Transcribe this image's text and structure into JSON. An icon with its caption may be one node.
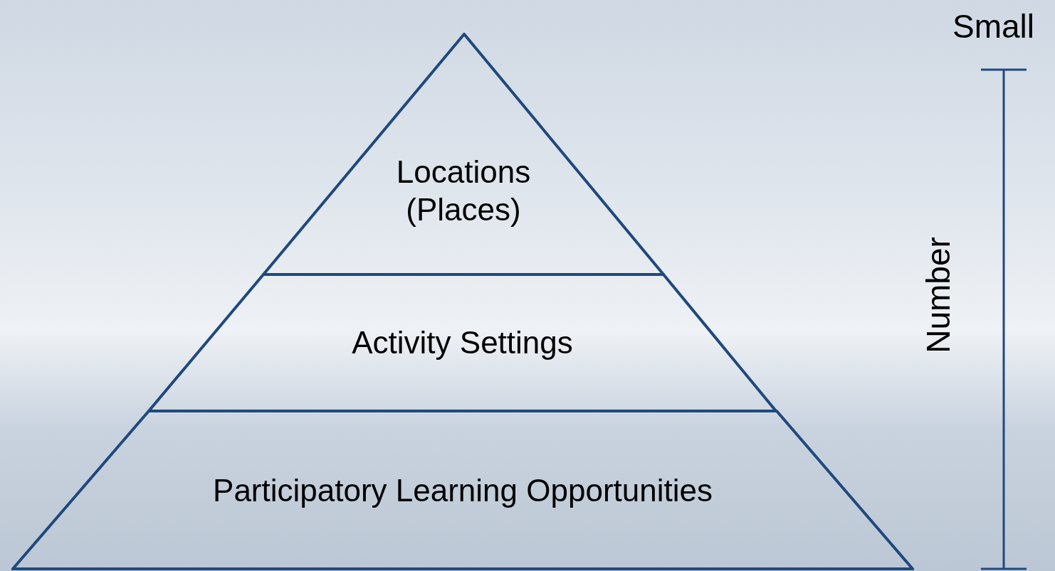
{
  "diagram": {
    "nodes": [
      {
        "text": [
          "Locations (Places)"
        ]
      },
      {
        "text": [
          "Activity Settings"
        ]
      },
      {
        "text": [
          "Participatory Learning Opportunities"
        ]
      }
    ],
    "labels": [
      "Small",
      "Number"
    ]
  }
}
